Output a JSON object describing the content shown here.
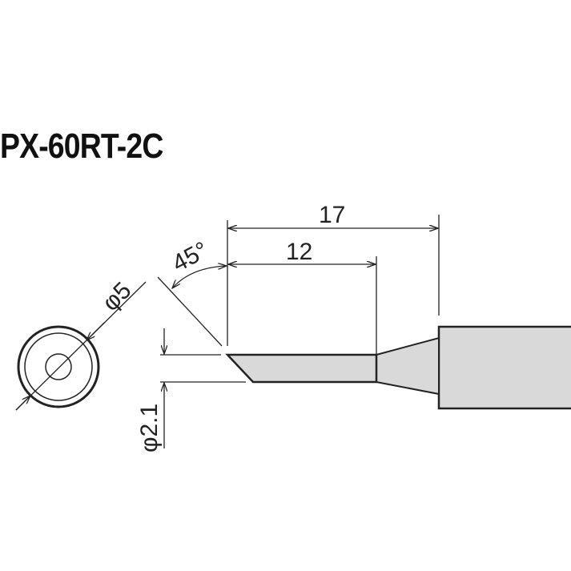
{
  "title": "PX-60RT-2C",
  "dimensions": {
    "overall_length": "17",
    "tip_length": "12",
    "bevel_angle": "45°",
    "shank_diameter": "φ5",
    "tip_diameter": "φ2.1"
  },
  "colors": {
    "line": "#222222",
    "fill": "#d9d9d9"
  }
}
